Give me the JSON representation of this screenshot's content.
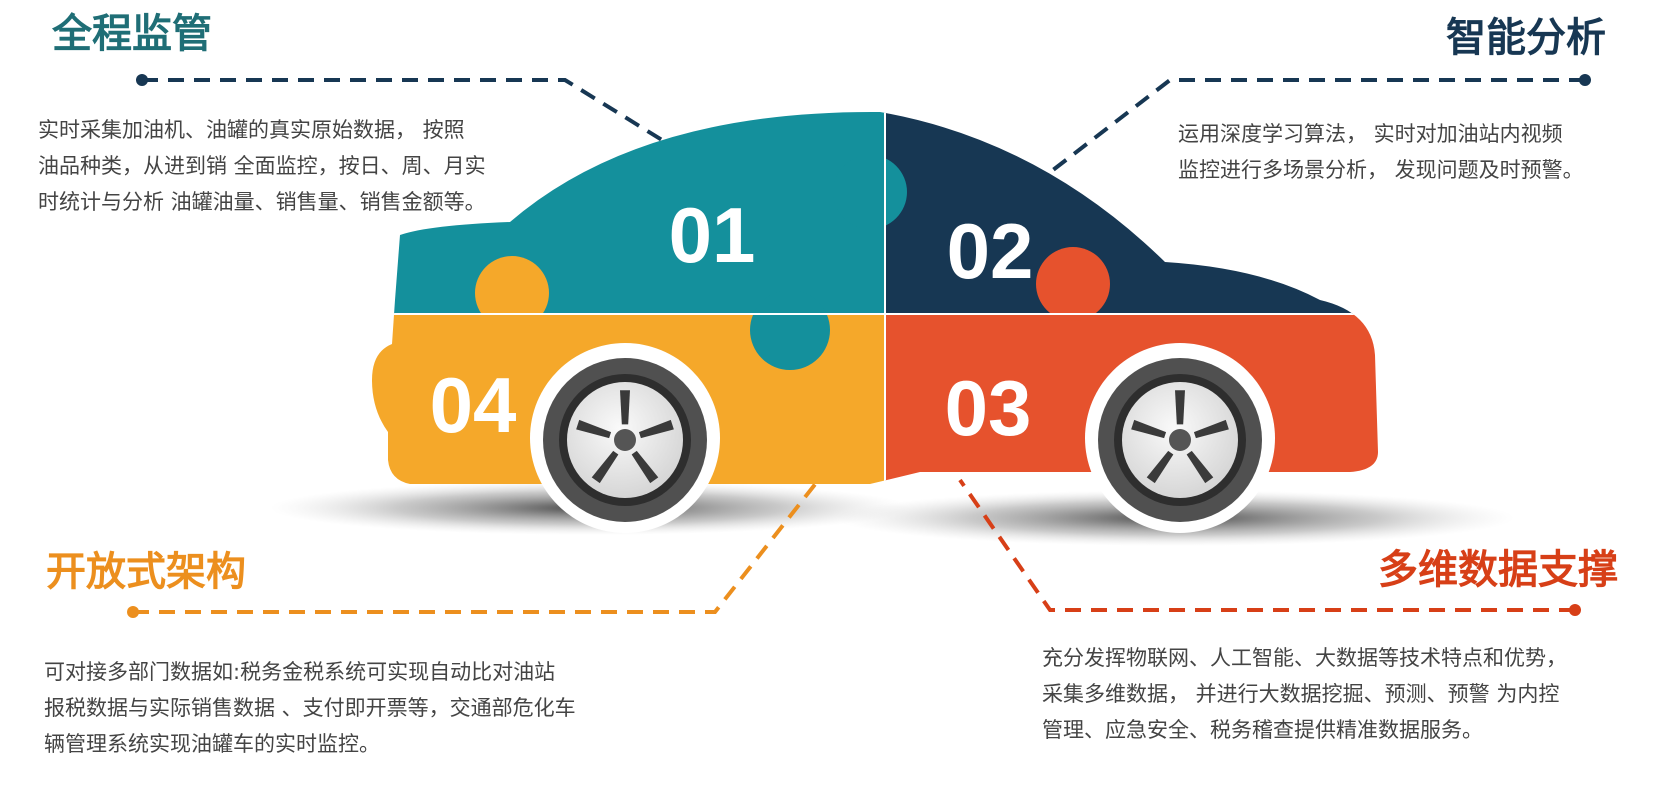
{
  "colors": {
    "teal": "#14909c",
    "navy": "#173753",
    "orange": "#f5a82a",
    "red": "#e6522d",
    "title_orange": "#ec8f1e",
    "title_red": "#d73f17"
  },
  "sections": [
    {
      "number": "01",
      "title": "全程监管",
      "lines": [
        "实时采集加油机、油罐的真实原始数据， 按照",
        "油品种类，从进到销 全面监控，按日、周、月实",
        "时统计与分析 油罐油量、销售量、销售金额等。"
      ]
    },
    {
      "number": "02",
      "title": "智能分析",
      "lines": [
        "运用深度学习算法， 实时对加油站内视频",
        "监控进行多场景分析， 发现问题及时预警。"
      ]
    },
    {
      "number": "03",
      "title": "多维数据支撑",
      "lines": [
        "充分发挥物联网、人工智能、大数据等技术特点和优势，",
        "采集多维数据， 并进行大数据挖掘、预测、预警 为内控",
        "管理、应急安全、税务稽查提供精准数据服务。"
      ]
    },
    {
      "number": "04",
      "title": "开放式架构",
      "lines": [
        "可对接多部门数据如:税务金税系统可实现自动比对油站",
        "报税数据与实际销售数据 、支付即开票等，交通部危化车",
        "辆管理系统实现油罐车的实时监控。"
      ]
    }
  ]
}
